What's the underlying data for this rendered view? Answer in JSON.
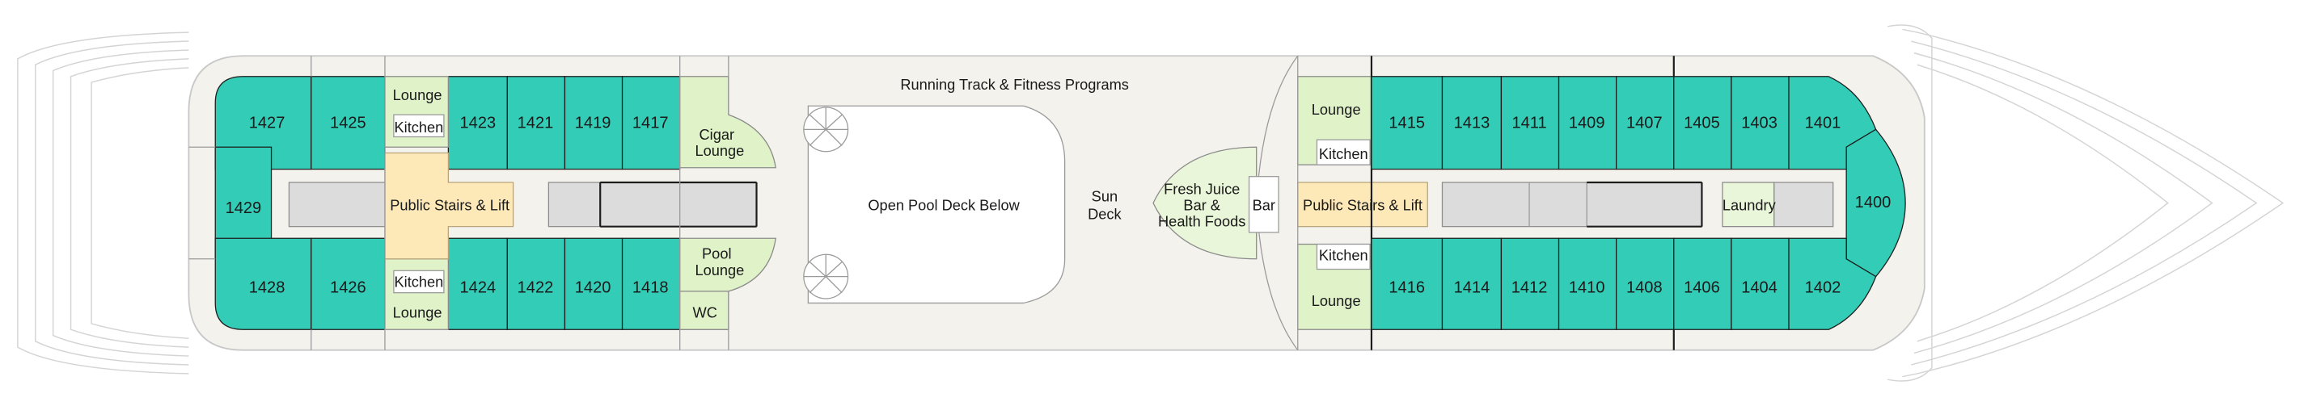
{
  "deck_labels": {
    "running_track": "Running Track & Fitness Programs",
    "open_pool": "Open Pool Deck Below",
    "sun_deck_1": "Sun",
    "sun_deck_2": "Deck",
    "juice_1": "Fresh Juice",
    "juice_2": "Bar &",
    "juice_3": "Health Foods",
    "bar": "Bar",
    "stairs_aft": "Public Stairs & Lift",
    "stairs_fwd": "Public Stairs & Lift",
    "lounge_aft_top": "Lounge",
    "lounge_aft_bottom": "Lounge",
    "kitchen_aft_top": "Kitchen",
    "kitchen_aft_bottom": "Kitchen",
    "lounge_fwd_top": "Lounge",
    "lounge_fwd_bottom": "Lounge",
    "kitchen_fwd_top": "Kitchen",
    "kitchen_fwd_bottom": "Kitchen",
    "cigar_1": "Cigar",
    "cigar_2": "Lounge",
    "pool_1": "Pool",
    "pool_2": "Lounge",
    "wc": "WC",
    "laundry": "Laundry"
  },
  "cabins": [
    {
      "id": "1427",
      "label": "1427"
    },
    {
      "id": "1425",
      "label": "1425"
    },
    {
      "id": "1423",
      "label": "1423"
    },
    {
      "id": "1421",
      "label": "1421"
    },
    {
      "id": "1419",
      "label": "1419"
    },
    {
      "id": "1417",
      "label": "1417"
    },
    {
      "id": "1429",
      "label": "1429"
    },
    {
      "id": "1428",
      "label": "1428"
    },
    {
      "id": "1426",
      "label": "1426"
    },
    {
      "id": "1424",
      "label": "1424"
    },
    {
      "id": "1422",
      "label": "1422"
    },
    {
      "id": "1420",
      "label": "1420"
    },
    {
      "id": "1418",
      "label": "1418"
    },
    {
      "id": "1415",
      "label": "1415"
    },
    {
      "id": "1413",
      "label": "1413"
    },
    {
      "id": "1411",
      "label": "1411"
    },
    {
      "id": "1409",
      "label": "1409"
    },
    {
      "id": "1407",
      "label": "1407"
    },
    {
      "id": "1405",
      "label": "1405"
    },
    {
      "id": "1403",
      "label": "1403"
    },
    {
      "id": "1401",
      "label": "1401"
    },
    {
      "id": "1400",
      "label": "1400"
    },
    {
      "id": "1416",
      "label": "1416"
    },
    {
      "id": "1414",
      "label": "1414"
    },
    {
      "id": "1412",
      "label": "1412"
    },
    {
      "id": "1410",
      "label": "1410"
    },
    {
      "id": "1408",
      "label": "1408"
    },
    {
      "id": "1406",
      "label": "1406"
    },
    {
      "id": "1404",
      "label": "1404"
    },
    {
      "id": "1402",
      "label": "1402"
    }
  ]
}
